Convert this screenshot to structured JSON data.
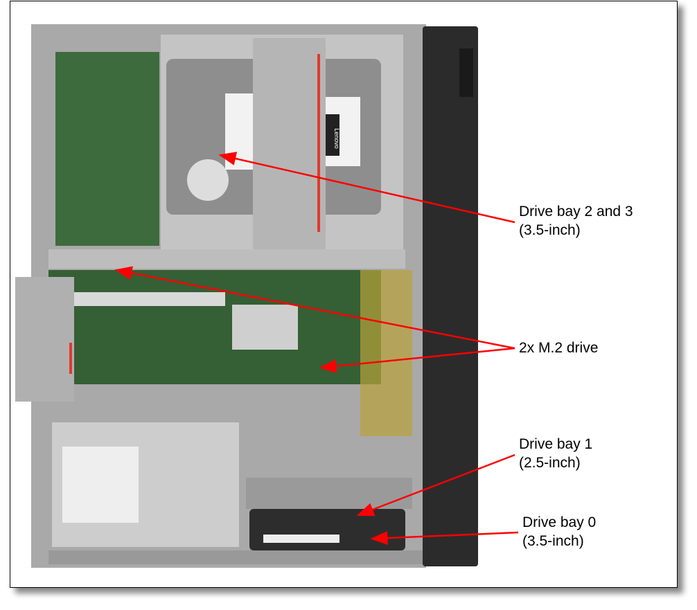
{
  "callouts": {
    "bay23": {
      "line1": "Drive bay 2 and 3",
      "line2": "(3.5-inch)"
    },
    "m2": {
      "line1": "2x M.2 drive"
    },
    "bay1": {
      "line1": "Drive bay 1",
      "line2": "(2.5-inch)"
    },
    "bay0": {
      "line1": "Drive bay 0",
      "line2": "(3.5-inch)"
    }
  },
  "photo_labels": {
    "hdd_brand": "Lenovo"
  },
  "colors": {
    "arrow": "#ff0000",
    "chassis": "#b8b8b8",
    "board": "#2f5a2f",
    "bezel": "#2a2a2a"
  }
}
